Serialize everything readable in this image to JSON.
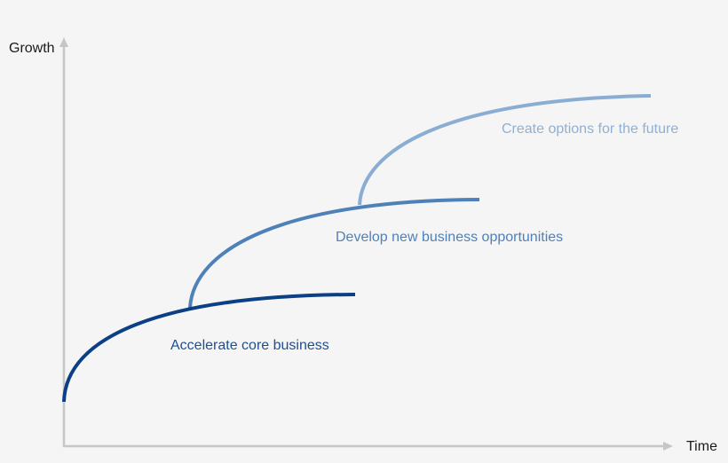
{
  "diagram": {
    "type": "three-horizons-growth-curves",
    "axes": {
      "y_label": "Growth",
      "x_label": "Time",
      "color": "#c6c6c6"
    },
    "background": "#f5f5f5",
    "curves": [
      {
        "id": "horizon-1",
        "label": "Accelerate core business",
        "color": "#0b3f86",
        "label_color": "#1f4f8f"
      },
      {
        "id": "horizon-2",
        "label": "Develop new business opportunities",
        "color": "#4f81b9",
        "label_color": "#4f81b9"
      },
      {
        "id": "horizon-3",
        "label": "Create options for the future",
        "color": "#8aaed3",
        "label_color": "#8fb0d4"
      }
    ]
  }
}
